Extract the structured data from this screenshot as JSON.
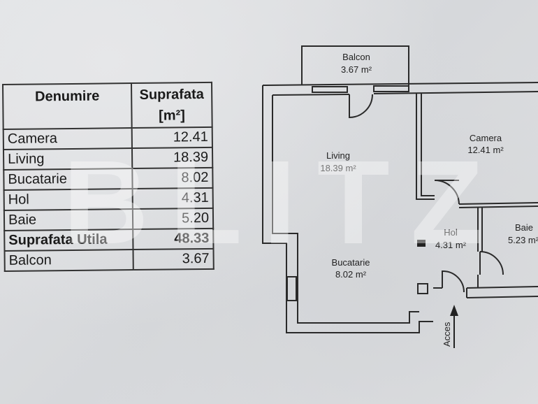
{
  "table": {
    "header_name": "Denumire",
    "header_area": "Suprafata",
    "header_unit": "[m²]",
    "rows": [
      {
        "name": "Camera",
        "area": "12.41"
      },
      {
        "name": "Living",
        "area": "18.39"
      },
      {
        "name": "Bucatarie",
        "area": "8.02"
      },
      {
        "name": "Hol",
        "area": "4.31"
      },
      {
        "name": "Baie",
        "area": "5.20"
      }
    ],
    "total": {
      "name": "Suprafata Utila",
      "area": "48.33"
    },
    "extra": {
      "name": "Balcon",
      "area": "3.67"
    }
  },
  "plan": {
    "balcon": {
      "name": "Balcon",
      "area": "3.67 m²"
    },
    "living": {
      "name": "Living",
      "area": "18.39 m²"
    },
    "camera": {
      "name": "Camera",
      "area": "12.41 m²"
    },
    "hol": {
      "name": "Hol",
      "area": "4.31 m²"
    },
    "baie": {
      "name": "Baie",
      "area": "5.23 m²"
    },
    "bucatarie": {
      "name": "Bucatarie",
      "area": "8.02 m²"
    },
    "acces": "Acces"
  },
  "watermark": "BLITZ"
}
